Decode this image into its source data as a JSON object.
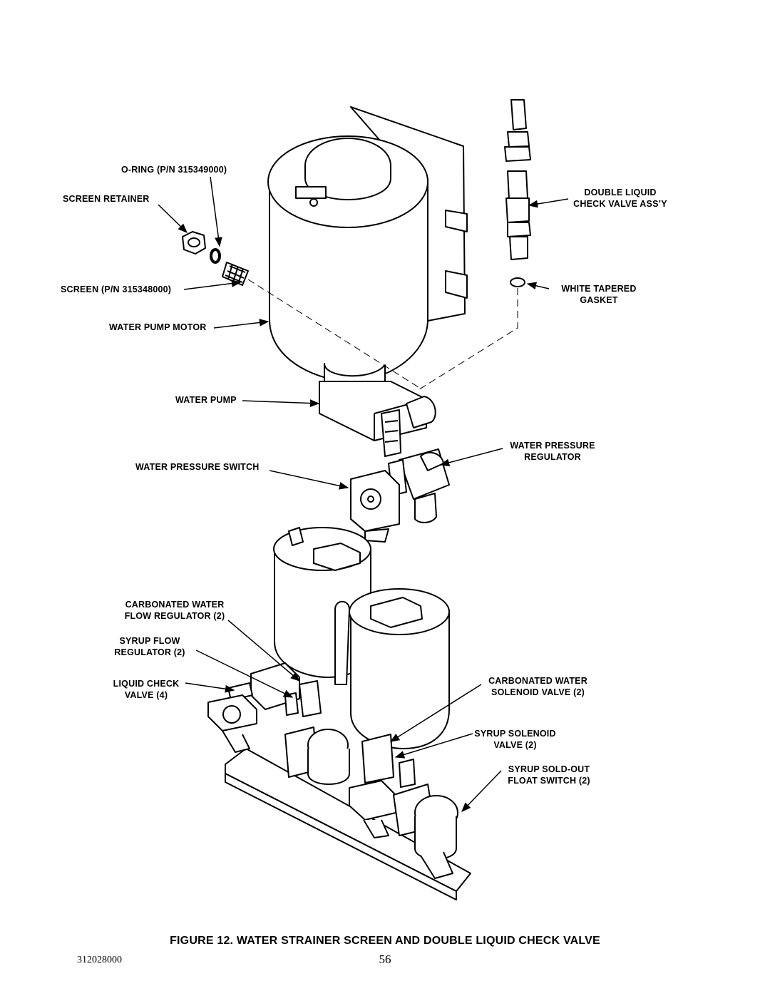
{
  "labels": {
    "oring": "O-RING (P/N 315349000)",
    "screen_retainer": "SCREEN RETAINER",
    "screen": "SCREEN (P/N 315348000)",
    "water_pump_motor": "WATER PUMP MOTOR",
    "water_pump": "WATER PUMP",
    "water_pressure_switch": "WATER PRESSURE SWITCH",
    "carbonated_water_flow_regulator": [
      "CARBONATED WATER",
      "FLOW REGULATOR (2)"
    ],
    "syrup_flow_regulator": [
      "SYRUP FLOW",
      "REGULATOR (2)"
    ],
    "liquid_check_valve": [
      "LIQUID CHECK",
      "VALVE (4)"
    ],
    "double_liquid_check_valve": [
      "DOUBLE LIQUID",
      "CHECK VALVE ASS’Y"
    ],
    "white_tapered_gasket": [
      "WHITE TAPERED",
      "GASKET"
    ],
    "water_pressure_regulator": [
      "WATER PRESSURE",
      "REGULATOR"
    ],
    "carbonated_water_solenoid_valve": [
      "CARBONATED WATER",
      "SOLENOID VALVE (2)"
    ],
    "syrup_solenoid_valve": [
      "SYRUP SOLENOID",
      "VALVE (2)"
    ],
    "syrup_sold_out_float_switch": [
      "SYRUP SOLD-OUT",
      "FLOAT SWITCH (2)"
    ]
  },
  "caption": "FIGURE 12. WATER STRAINER SCREEN AND DOUBLE LIQUID CHECK VALVE",
  "doc_number": "312028000",
  "page_number": "56"
}
